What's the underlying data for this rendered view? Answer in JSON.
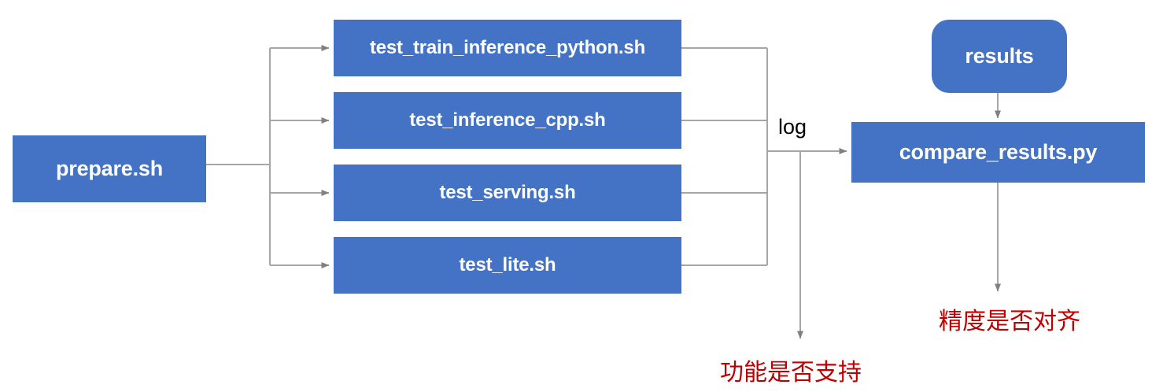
{
  "diagram": {
    "title": "Test pipeline flow",
    "colors": {
      "node_fill": "#4472C4",
      "node_text": "#FFFFFF",
      "wire": "#A6A6A6",
      "note_text": "#C00000",
      "background": "#FFFFFF"
    },
    "nodes": {
      "prepare": "prepare.sh",
      "test_train_inference_python": "test_train_inference_python.sh",
      "test_inference_cpp": "test_inference_cpp.sh",
      "test_serving": "test_serving.sh",
      "test_lite": "test_lite.sh",
      "results": "results",
      "compare_results": "compare_results.py"
    },
    "edge_labels": {
      "log": "log"
    },
    "notes": {
      "feature_support": "功能是否支持",
      "precision_align": "精度是否对齐"
    }
  }
}
